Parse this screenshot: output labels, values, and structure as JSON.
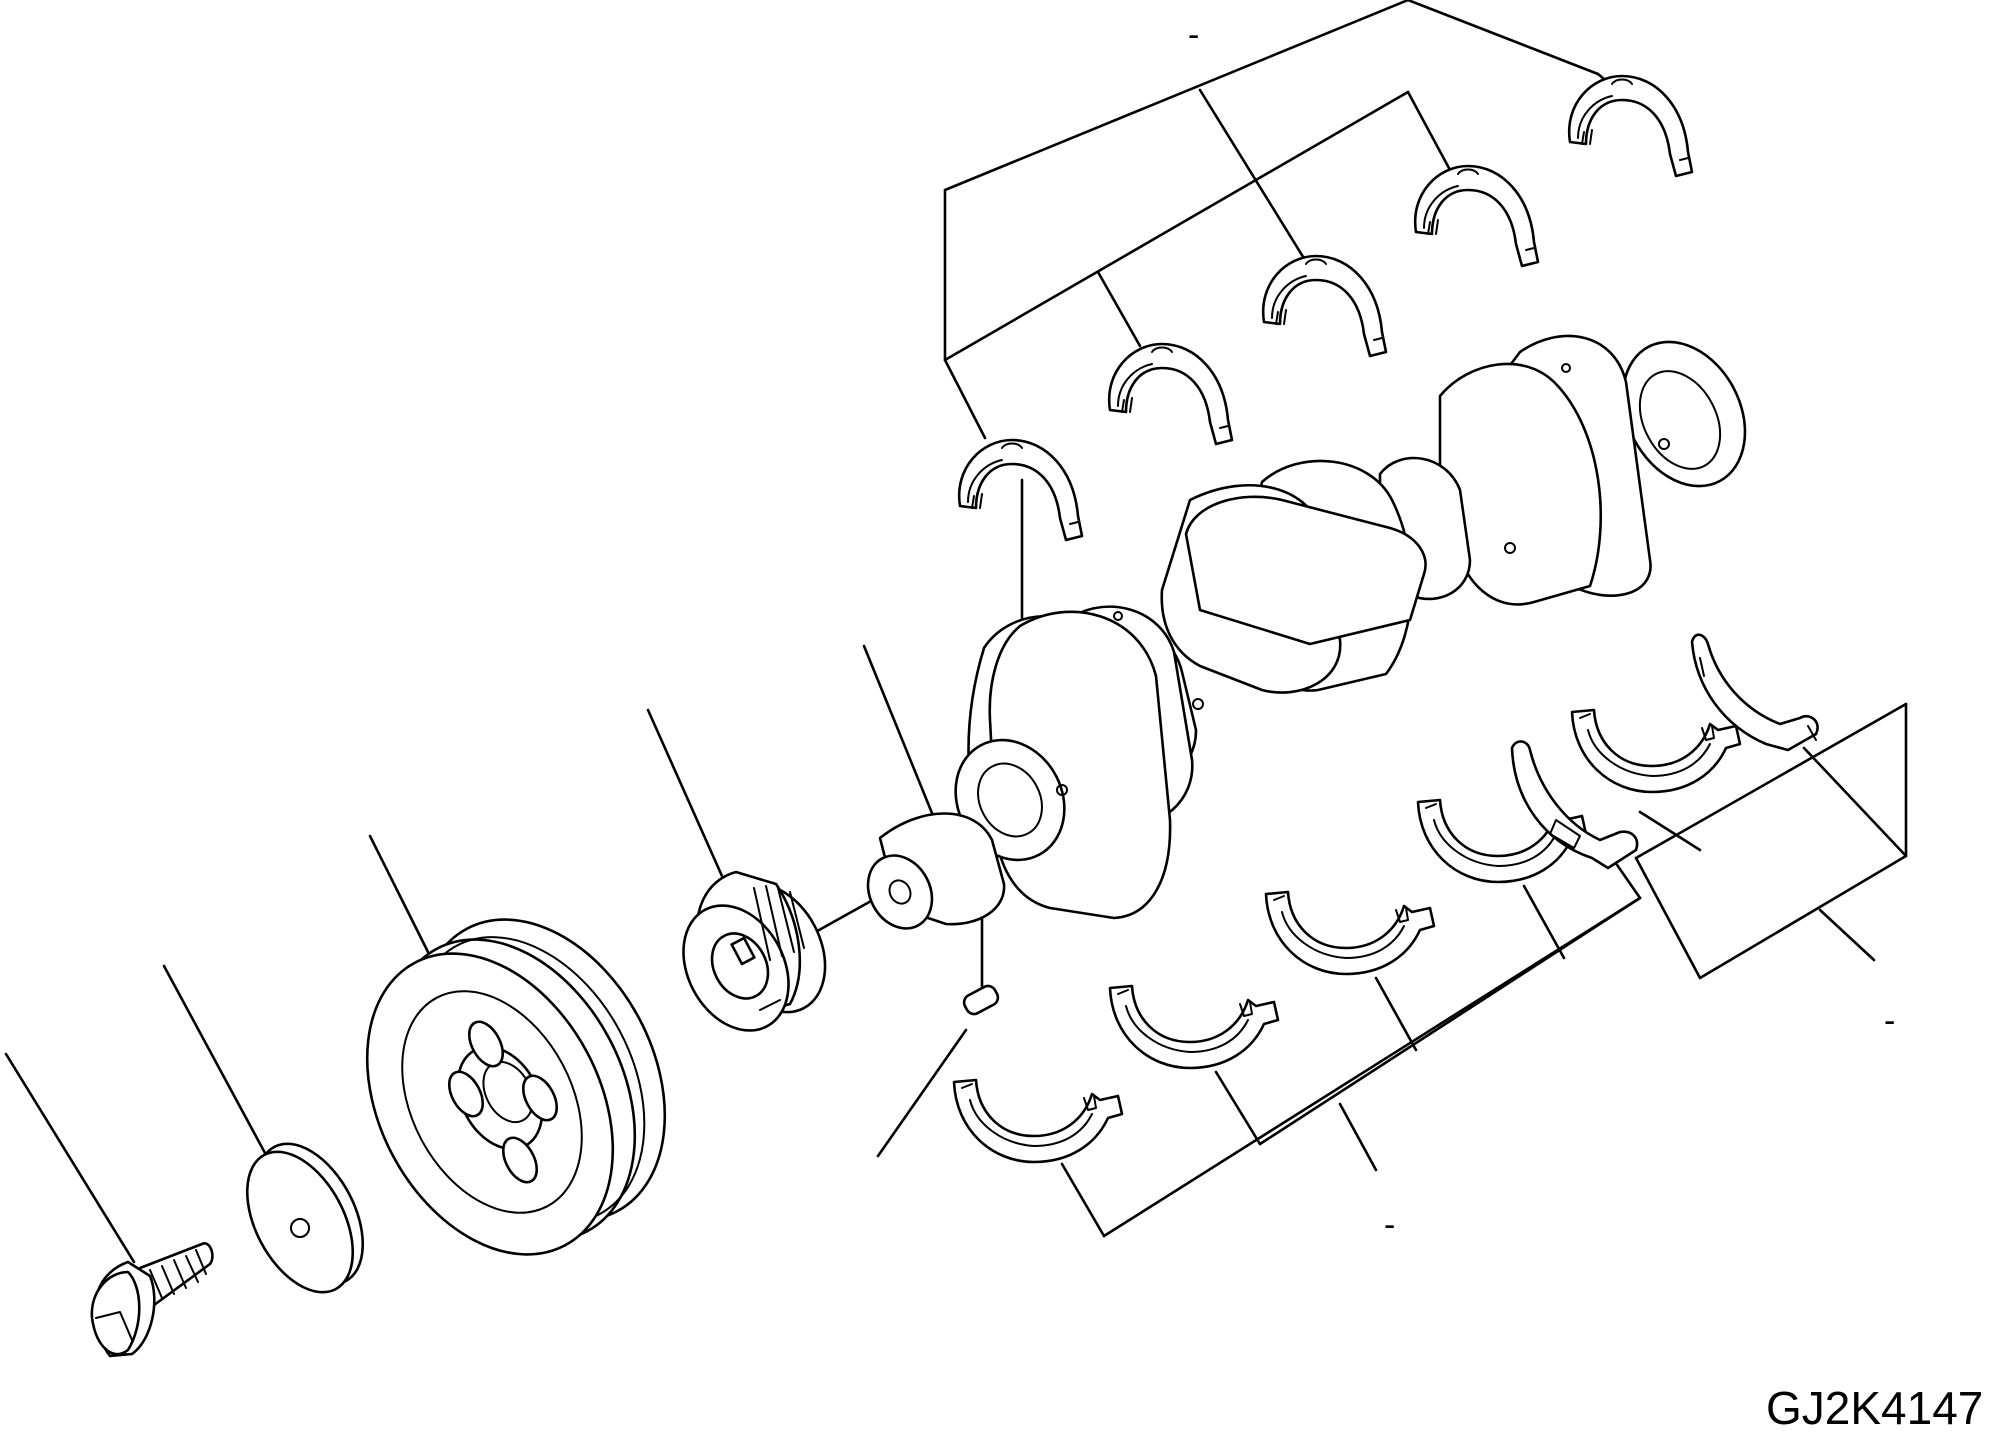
{
  "drawing": {
    "code": "GJ2K4147"
  },
  "callouts": [
    {
      "id": "upper-main-bearings",
      "text": "-"
    },
    {
      "id": "thrust-washers",
      "text": "-"
    },
    {
      "id": "lower-main-bearings",
      "text": "-"
    }
  ],
  "parts": [
    {
      "id": "bolt",
      "icon": "bolt-icon"
    },
    {
      "id": "washer",
      "icon": "washer-icon"
    },
    {
      "id": "pulley",
      "icon": "pulley-icon"
    },
    {
      "id": "gear",
      "icon": "gear-icon"
    },
    {
      "id": "crankshaft",
      "icon": "crankshaft-icon"
    },
    {
      "id": "key",
      "icon": "key-icon"
    },
    {
      "id": "upper-bearing-shells",
      "icon": "bearing-shell-icon"
    },
    {
      "id": "lower-bearing-shells",
      "icon": "bearing-shell-icon"
    },
    {
      "id": "thrust-washer-halves",
      "icon": "thrust-washer-icon"
    }
  ]
}
